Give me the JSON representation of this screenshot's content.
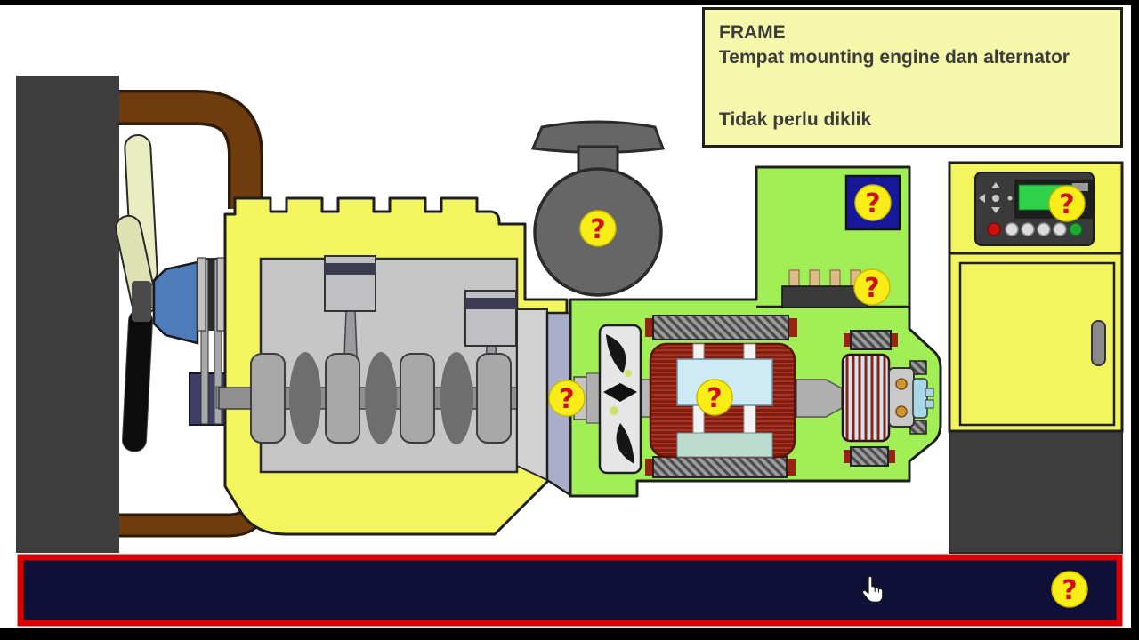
{
  "callout": {
    "title": "FRAME",
    "description": "Tempat mounting engine dan alternator",
    "note": "Tidak perlu diklik"
  },
  "hotspots": {
    "symbol": "?",
    "locations": [
      "muffler",
      "junction-box",
      "terminal-block",
      "control-module-display",
      "flywheel",
      "rotor",
      "frame"
    ]
  },
  "colors": {
    "engine_yellow": "#f3f55f",
    "alternator_green": "#a2ee56",
    "callout_bg": "#f5f7ab",
    "frame_border": "#dd0000",
    "frame_fill": "#0f0f38",
    "hotspot_yellow": "#f8ed18",
    "hotspot_mark": "#cc1111",
    "radiator_gray": "#3d3d3d",
    "pipe_brown": "#6f3c10",
    "muffler_gray": "#666666",
    "stator_red": "#8b2015",
    "rotor_blue": "#cdeaf5",
    "lcd_green": "#2fd04a",
    "junction_box_blue": "#18189a"
  }
}
